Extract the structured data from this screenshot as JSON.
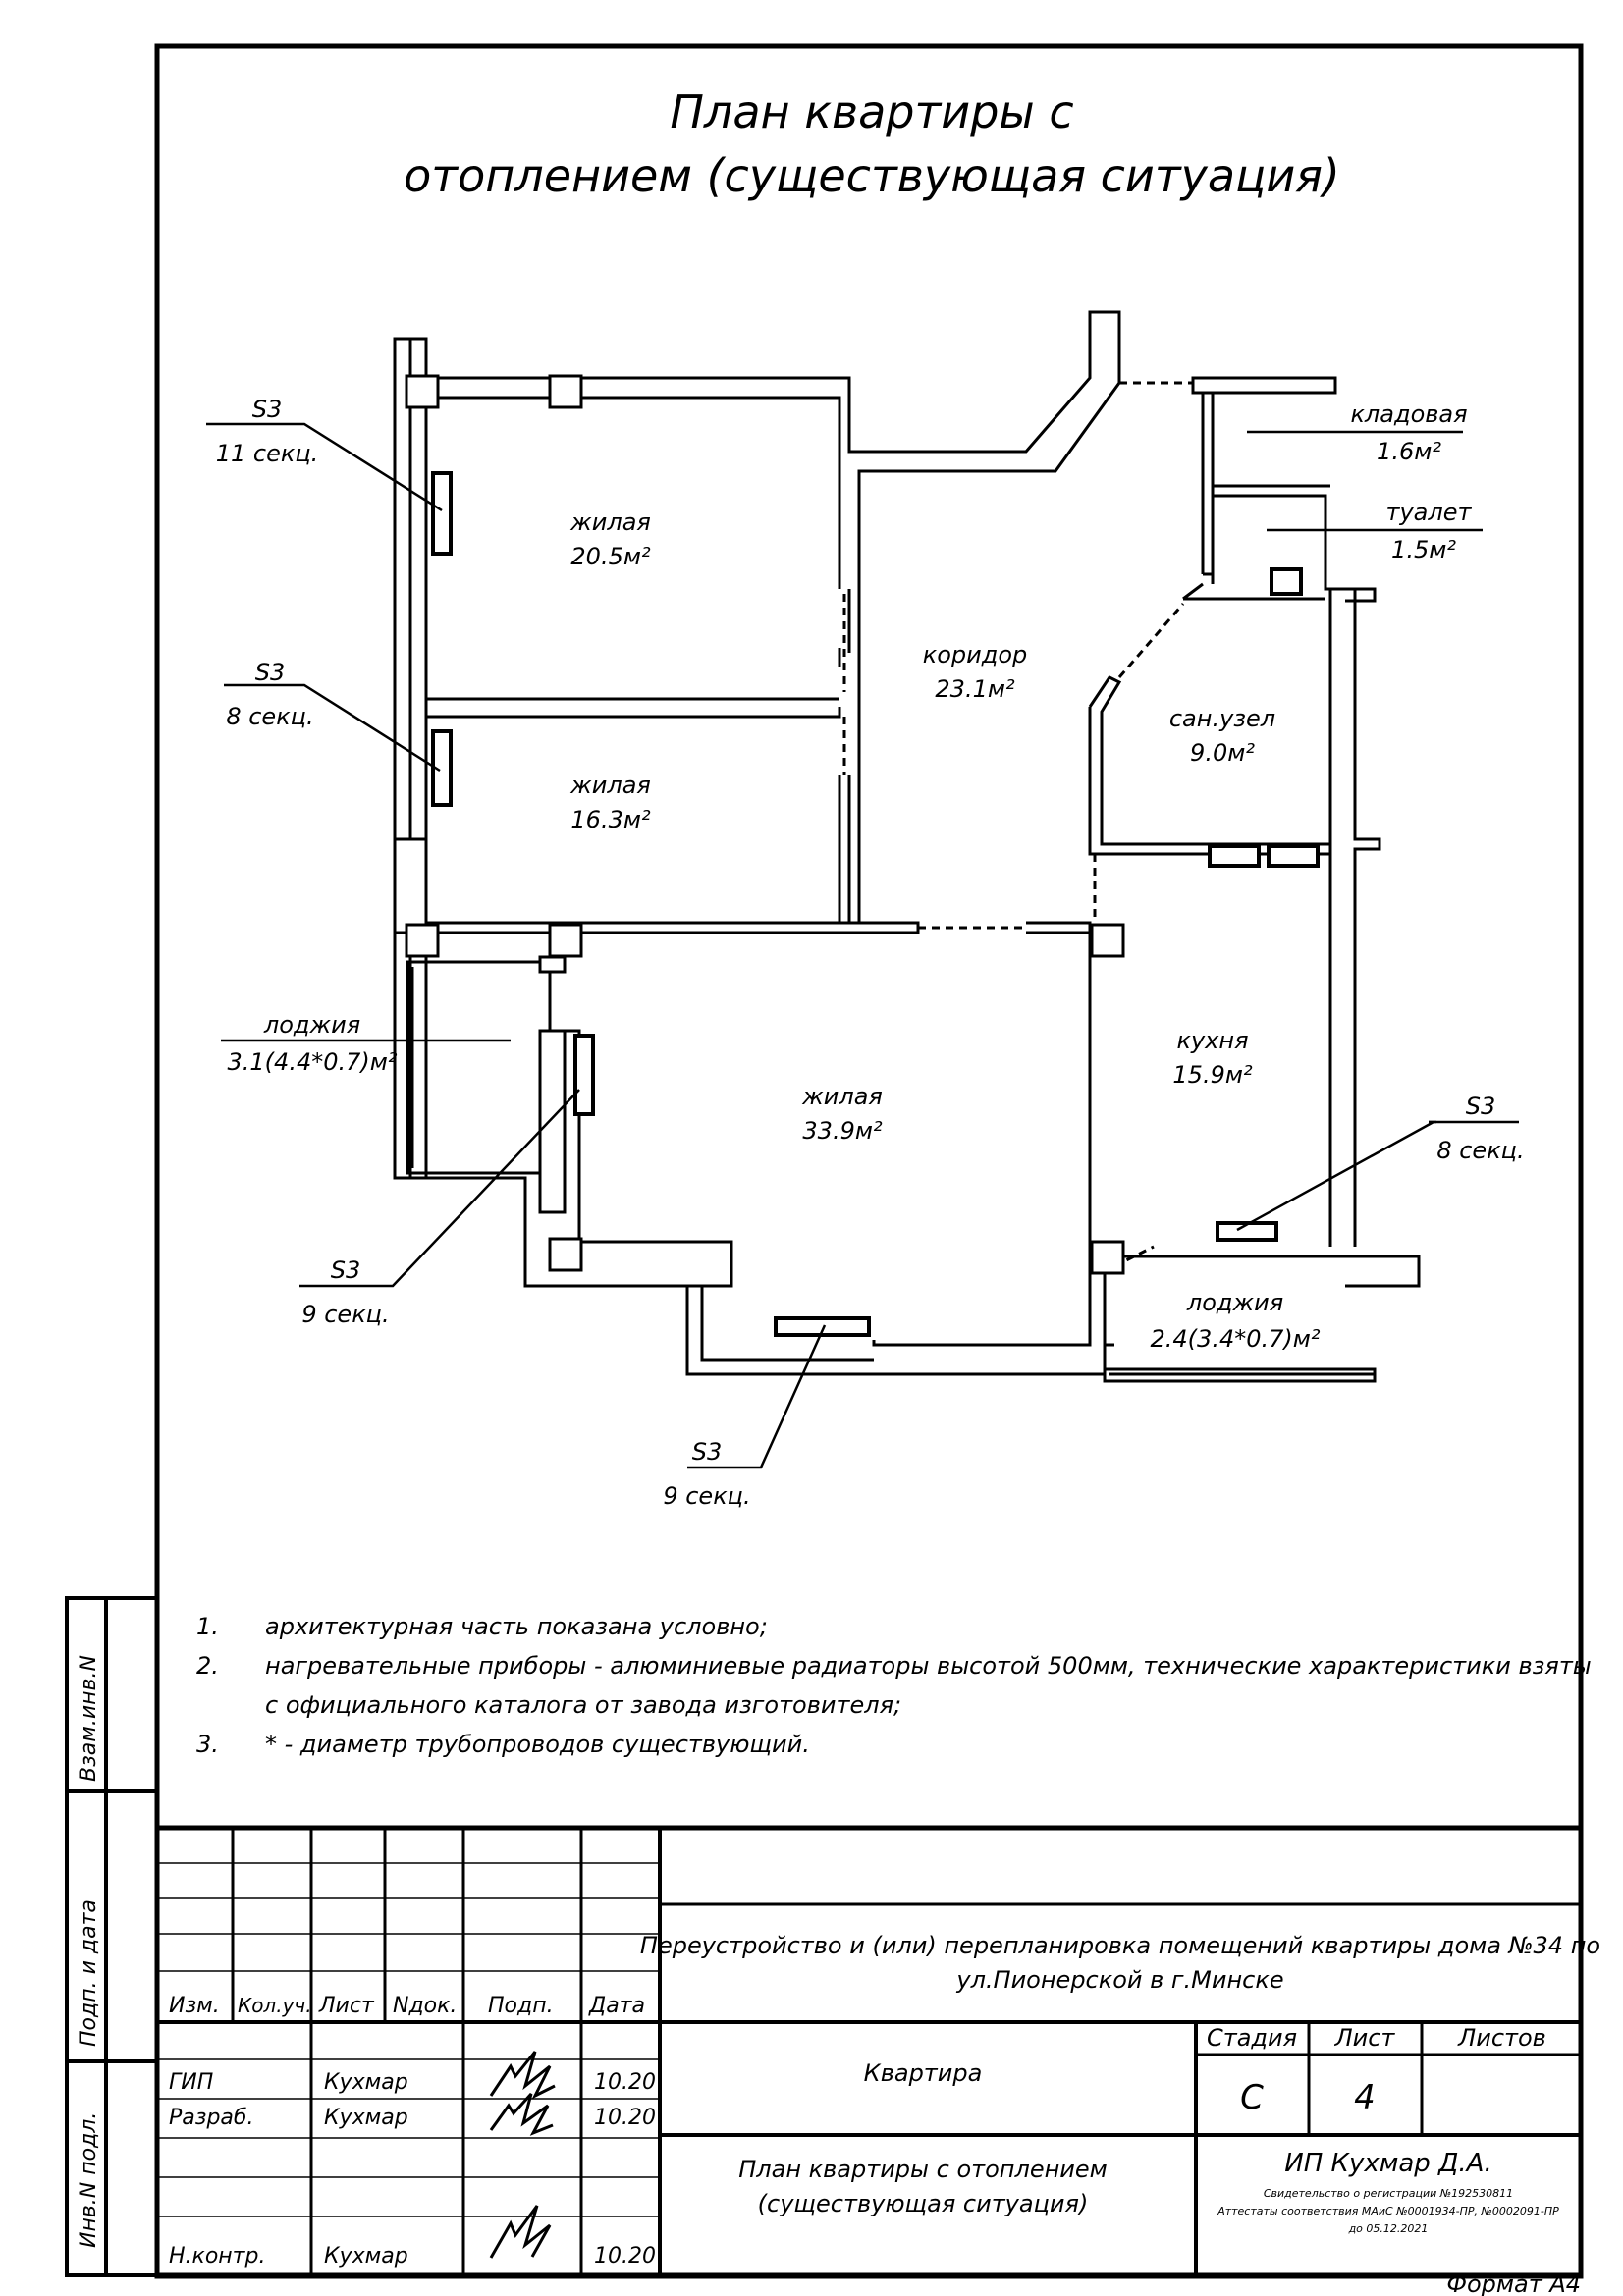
{
  "title": {
    "line1": "План квартиры с",
    "line2": "отоплением (существующая ситуация)"
  },
  "rooms": [
    {
      "name": "жилая",
      "area": "20.5м²"
    },
    {
      "name": "жилая",
      "area": "16.3м²"
    },
    {
      "name": "коридор",
      "area": "23.1м²"
    },
    {
      "name": "кладовая",
      "area": "1.6м²"
    },
    {
      "name": "туалет",
      "area": "1.5м²"
    },
    {
      "name": "сан.узел",
      "area": "9.0м²"
    },
    {
      "name": "лоджия",
      "area": "3.1(4.4*0.7)м²"
    },
    {
      "name": "жилая",
      "area": "33.9м²"
    },
    {
      "name": "кухня",
      "area": "15.9м²"
    },
    {
      "name": "лоджия",
      "area": "2.4(3.4*0.7)м²"
    }
  ],
  "radiators": [
    {
      "type": "S3",
      "sections": "11 секц."
    },
    {
      "type": "S3",
      "sections": "8 секц."
    },
    {
      "type": "S3",
      "sections": "9 секц."
    },
    {
      "type": "S3",
      "sections": "9 секц."
    },
    {
      "type": "S3",
      "sections": "8 секц."
    }
  ],
  "notes": [
    {
      "num": "1.",
      "text": "архитектурная часть показана условно;"
    },
    {
      "num": "2.",
      "text": "нагревательные приборы - алюминиевые радиаторы высотой 500мм, технические характеристики взяты",
      "text2": "с официального каталога от завода изготовителя;"
    },
    {
      "num": "3.",
      "text": "* - диаметр трубопроводов существующий."
    }
  ],
  "side_stamp": {
    "vzam": "Взам.инв.N",
    "podp": "Подп. и дата",
    "inv": "Инв.N подл."
  },
  "stamp": {
    "headers": {
      "izm": "Изм.",
      "koluch": "Кол.уч.",
      "list": "Лист",
      "ndok": "Nдок.",
      "podp": "Подп.",
      "data": "Дата"
    },
    "people": [
      {
        "role": "ГИП",
        "name": "Кухмар",
        "date": "10.20"
      },
      {
        "role": "Разраб.",
        "name": "Кухмар",
        "date": "10.20"
      },
      {
        "role": "Н.контр.",
        "name": "Кухмар",
        "date": "10.20"
      }
    ],
    "project": "Переустройство и (или) перепланировка помещений квартиры дома №34 по",
    "project2": "ул.Пионерской в г.Минске",
    "object": "Квартира",
    "drawing": "План квартиры с отоплением",
    "drawing2": "(существующая ситуация)",
    "stage_label": "Стадия",
    "sheet_label": "Лист",
    "sheets_label": "Листов",
    "stage": "С",
    "sheet": "4",
    "company": "ИП Кухмар Д.А.",
    "cert1": "Свидетельство о регистрации №192530811",
    "cert2": "Аттестаты соответствия МАиС №0001934-ПР, №0002091-ПР",
    "cert3": "до 05.12.2021"
  },
  "format": "Формат А4"
}
